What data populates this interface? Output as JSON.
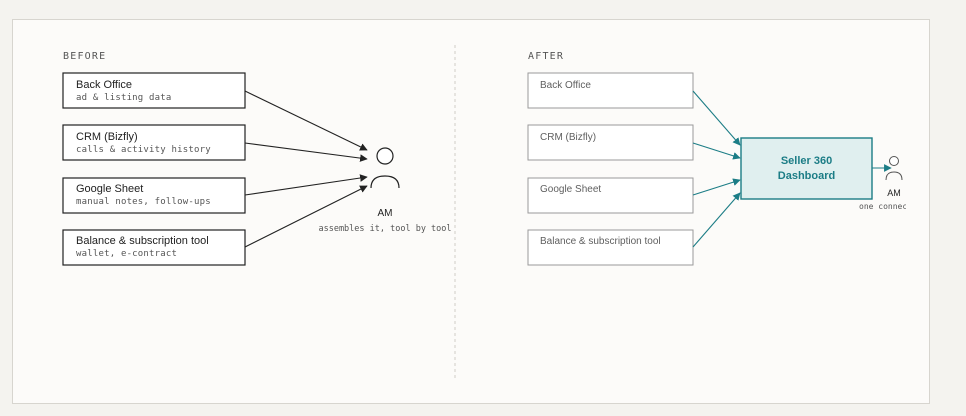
{
  "before": {
    "heading": "BEFORE",
    "sources": [
      {
        "title": "Back Office",
        "subtitle": "ad & listing data"
      },
      {
        "title": "CRM (Bizfly)",
        "subtitle": "calls & activity history"
      },
      {
        "title": "Google Sheet",
        "subtitle": "manual notes, follow-ups"
      },
      {
        "title": "Balance & subscription tool",
        "subtitle": "wallet, e-contract"
      }
    ],
    "actor": {
      "label": "AM",
      "caption": "assembles it, tool by tool"
    }
  },
  "after": {
    "heading": "AFTER",
    "sources": [
      {
        "title": "Back Office"
      },
      {
        "title": "CRM (Bizfly)"
      },
      {
        "title": "Google Sheet"
      },
      {
        "title": "Balance & subscription tool"
      }
    ],
    "dashboard": {
      "line1": "Seller 360",
      "line2": "Dashboard"
    },
    "actor": {
      "label": "AM",
      "caption": "one connection"
    }
  },
  "colors": {
    "accent": "#1c7d86",
    "dashboard_fill": "#e0efef",
    "muted_border": "#9a9a9a",
    "dark": "#222222"
  }
}
